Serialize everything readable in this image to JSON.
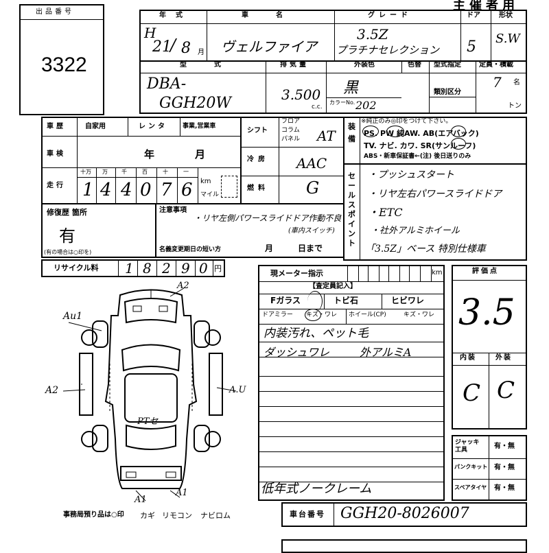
{
  "header": {
    "lot_label": "出品番号",
    "lot_number": "3322",
    "top_right": "主催者用"
  },
  "vehicle": {
    "year_label": "年式",
    "era": "H",
    "year": "21",
    "year_unit": "/",
    "month": "8",
    "month_unit": "月",
    "name_label": "車名",
    "name": "ヴェルファイア",
    "grade_label": "グレード",
    "grade_line1": "3.5Z",
    "grade_line2": "プラチナセレクション",
    "doors_label": "ドア",
    "doors": "5",
    "shape_label": "形状",
    "shape": "S.W",
    "model_label": "型式",
    "model_line1": "DBA-",
    "model_line2": "GGH20W",
    "displacement_label": "排気量",
    "displacement": "3.500",
    "cc_unit": "c.c.",
    "ext_color_label": "外装色",
    "ext_color": "黒",
    "color_no_label": "カラーNo.",
    "color_no": "202",
    "color_label": "色替",
    "type_label": "型式指定",
    "class_label": "類別区分",
    "capacity_label": "定員・積載",
    "capacity": "7",
    "capacity_unit": "名",
    "ton_unit": "トン"
  },
  "history": {
    "label": "車歴",
    "opts": [
      "自家用",
      "レンタ",
      "事業,営業車"
    ],
    "inspection_label": "車検",
    "year_unit": "年",
    "month_unit": "月",
    "mileage_label": "走行",
    "digit_headers": [
      "十万",
      "万",
      "千",
      "百",
      "十",
      "一"
    ],
    "mileage_digits": [
      "1",
      "4",
      "4",
      "0",
      "7",
      "6"
    ],
    "km": "km",
    "mile": "マイル",
    "shift_label": "シフト",
    "shift_opts": [
      "フロア",
      "コラム",
      "パネル"
    ],
    "shift": "AT",
    "ac_label": "冷房",
    "ac": "AAC",
    "fuel_label": "燃料",
    "fuel": "G"
  },
  "equipment": {
    "label": "装備",
    "note": "※純正のみ◎印をつけて下さい。",
    "row1": "PS. PW 純AW. AB(エアバック)",
    "row2": "TV. ナビ. カワ. SR(サンルーフ)",
    "row3": "ABS・新車保証書←(注) 後日送りのみ"
  },
  "sales_points": {
    "label": "セールスポイント",
    "lines": [
      "・プッシュスタート",
      "・リヤ左右パワースライドドア",
      "・ETC",
      "・社外アルミホイール",
      "「3.5Z」ベース 特別仕様車"
    ]
  },
  "repair": {
    "label": "修復歴 箇所",
    "value": "有",
    "note": "(有の場合は○印を)"
  },
  "notes": {
    "label": "注意事項",
    "text": "・リヤ左側パワースライドドア作動不良",
    "sub": "(車内スイッチ)",
    "expiry_label": "名義変更期日の短い方",
    "month": "月",
    "day": "日まで"
  },
  "recycle": {
    "label": "リサイクル料",
    "digits": [
      "1",
      "8",
      "2",
      "9",
      "0"
    ],
    "unit": "円"
  },
  "diagram": {
    "marks": [
      "A2",
      "Au1",
      "A2",
      "A.U",
      "PTセ",
      "A1",
      "A1"
    ],
    "footer": "事務局預り品は○印",
    "items": [
      "カギ",
      "リモコン",
      "ナビロム"
    ]
  },
  "meter": {
    "label": "現メーター指示",
    "unit": "km",
    "inspector_label": "【査定員記入】",
    "row1": [
      "Fガラス",
      "トビ石",
      "ヒビワレ"
    ],
    "row2": [
      "ドアミラー",
      "キズ・ワレ",
      "ホイール(CP)",
      "キズ・ワレ"
    ],
    "remark1": "内装汚れ、ペット毛",
    "remark2": "ダッシュワレ",
    "remark2b": "外アルミA",
    "remark3": "低年式ノークレーム"
  },
  "grades": {
    "label": "評価点",
    "score": "3.5",
    "interior_label": "内装",
    "exterior_label": "外装",
    "interior": "C",
    "exterior": "C",
    "accessories": [
      {
        "label": "ジャッキ工具",
        "value": "有・無"
      },
      {
        "label": "パンクキット",
        "value": "有・無"
      },
      {
        "label": "スペアタイヤ",
        "value": "有・無"
      }
    ]
  },
  "chassis": {
    "label": "車台番号",
    "value": "GGH20-8026007"
  }
}
